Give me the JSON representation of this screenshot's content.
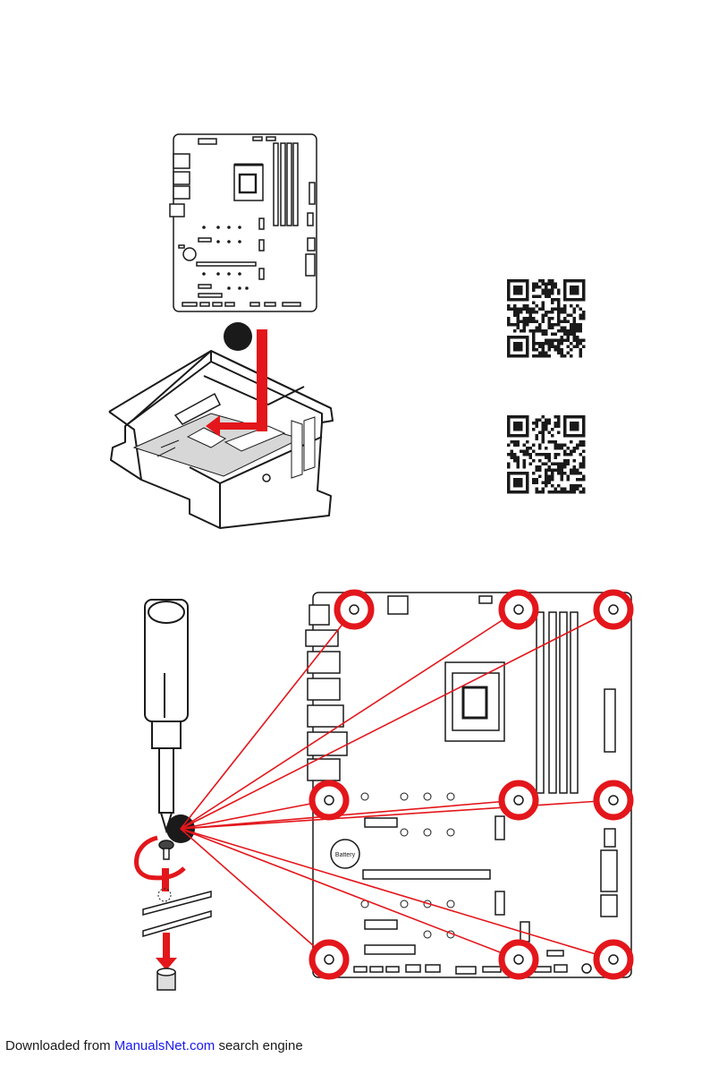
{
  "figure1": {
    "step_number": "",
    "qr_codes": [
      {
        "name": "qr-code-top"
      },
      {
        "name": "qr-code-bottom"
      }
    ]
  },
  "figure2": {
    "step_number": "",
    "battery_label": "Battery",
    "colors": {
      "accent": "#e3161b",
      "line": "#1a1a1a",
      "screw_circle": "#e3161b"
    }
  },
  "footer": {
    "prefix": "Downloaded from ",
    "link_text": "ManualsNet.com",
    "suffix": " search engine"
  }
}
